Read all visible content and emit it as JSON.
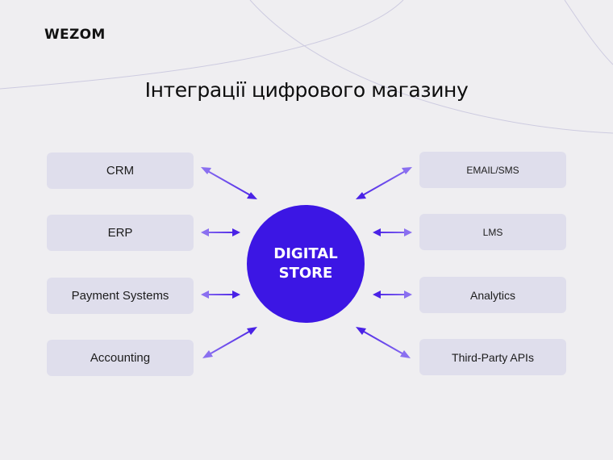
{
  "brand": {
    "logo": "WEZOM"
  },
  "title": "Інтеграції цифрового магазину",
  "hub": {
    "line1": "DIGITAL",
    "line2": "STORE"
  },
  "left_items": [
    {
      "label": "CRM"
    },
    {
      "label": "ERP"
    },
    {
      "label": "Payment Systems"
    },
    {
      "label": "Accounting"
    }
  ],
  "right_items": [
    {
      "label": "EMAIL/SMS"
    },
    {
      "label": "LMS"
    },
    {
      "label": "Analytics"
    },
    {
      "label": "Third-Party APIs"
    }
  ],
  "colors": {
    "hub": "#3c16e4",
    "arrow_light": "#8a6ff0",
    "arrow_dark": "#4a22e6",
    "box": "#dfdeec",
    "background": "#efeef1"
  }
}
